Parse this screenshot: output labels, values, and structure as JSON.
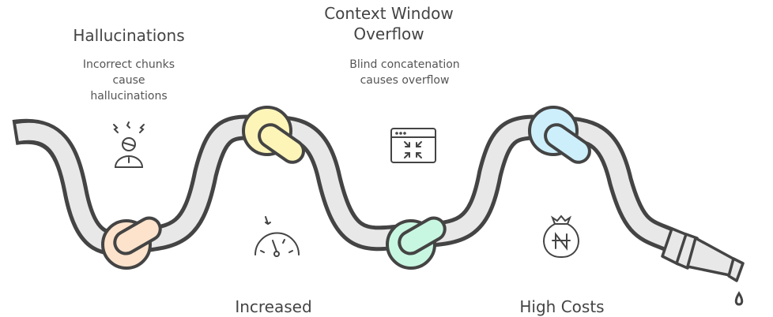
{
  "items": [
    {
      "title": "Hallucinations",
      "desc": "Incorrect chunks cause hallucinations",
      "icon": "frustrated-person-icon",
      "knot_color": "#fde3cc"
    },
    {
      "title": "Increased",
      "icon": "speedometer-icon",
      "knot_color": "#fdf5b8"
    },
    {
      "title": "Context Window Overflow",
      "desc": "Blind concatenation causes overflow",
      "icon": "window-compress-icon",
      "knot_color": "#c8f7e1"
    },
    {
      "title": "High Costs",
      "icon": "money-bag-icon",
      "knot_color": "#cdeffb"
    }
  ],
  "colors": {
    "outline": "#444444",
    "hose": "#e8e8e8"
  }
}
